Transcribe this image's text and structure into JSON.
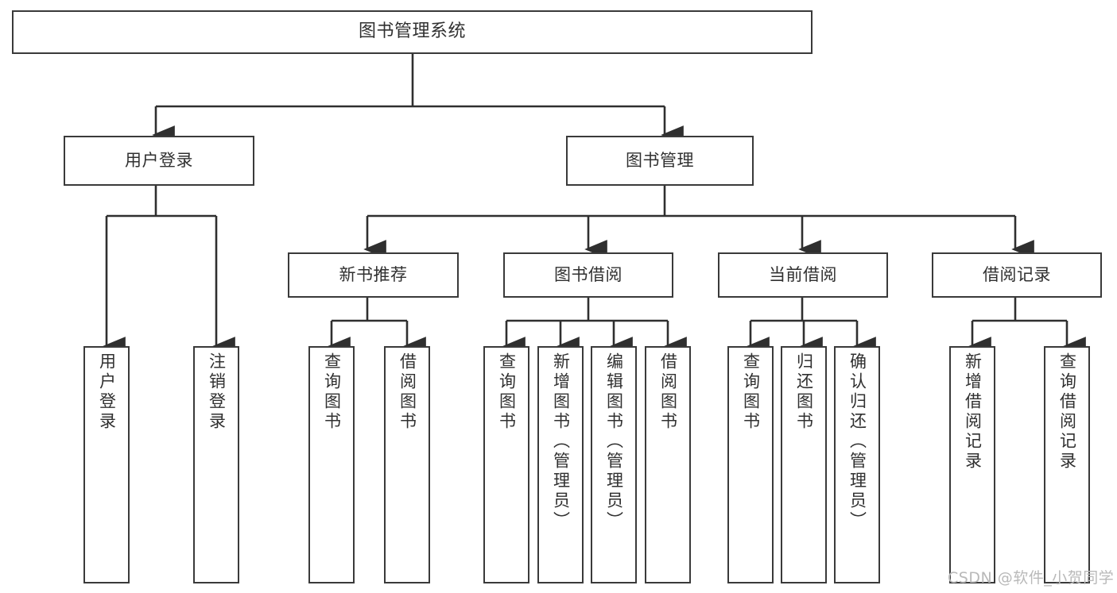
{
  "diagram": {
    "title": "图书管理系统",
    "type": "hierarchy-tree",
    "watermark": "CSDN @软件_小贺同学",
    "colors": {
      "box_border": "#3a3a3a",
      "box_fill": "#ffffff",
      "text": "#303030",
      "connector": "#2f2f2f",
      "watermark": "#b9b9b9",
      "background": "#ffffff"
    },
    "nodes": {
      "root": {
        "label": "图书管理系统"
      },
      "level2": [
        {
          "id": "user-login",
          "label": "用户登录"
        },
        {
          "id": "book-manage",
          "label": "图书管理"
        }
      ],
      "level3": [
        {
          "id": "new-book-recommend",
          "label": "新书推荐"
        },
        {
          "id": "book-borrow",
          "label": "图书借阅"
        },
        {
          "id": "current-borrow",
          "label": "当前借阅"
        },
        {
          "id": "borrow-record",
          "label": "借阅记录"
        }
      ],
      "leaves": {
        "user-login": [
          {
            "id": "leaf-user-login",
            "label": "用户登录"
          },
          {
            "id": "leaf-logout",
            "label": "注销登录"
          }
        ],
        "new-book-recommend": [
          {
            "id": "leaf-query-book-1",
            "label": "查询图书"
          },
          {
            "id": "leaf-borrow-book-1",
            "label": "借阅图书"
          }
        ],
        "book-borrow": [
          {
            "id": "leaf-query-book-2",
            "label": "查询图书"
          },
          {
            "id": "leaf-add-book",
            "label": "新增图书（管理员）"
          },
          {
            "id": "leaf-edit-book",
            "label": "编辑图书（管理员）"
          },
          {
            "id": "leaf-borrow-book-2",
            "label": "借阅图书"
          }
        ],
        "current-borrow": [
          {
            "id": "leaf-query-book-3",
            "label": "查询图书"
          },
          {
            "id": "leaf-return-book",
            "label": "归还图书"
          },
          {
            "id": "leaf-confirm-return",
            "label": "确认归还（管理员）"
          }
        ],
        "borrow-record": [
          {
            "id": "leaf-add-record",
            "label": "新增借阅记录"
          },
          {
            "id": "leaf-query-record",
            "label": "查询借阅记录"
          }
        ]
      }
    }
  }
}
